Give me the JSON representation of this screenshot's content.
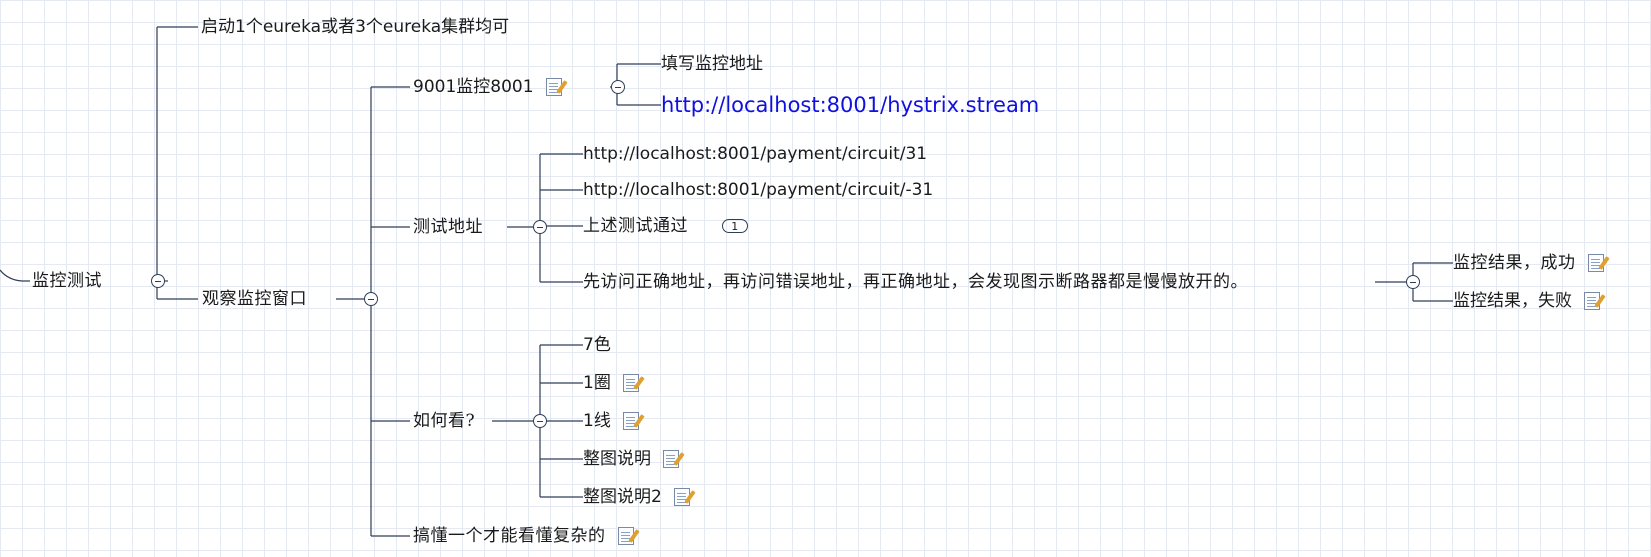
{
  "mindmap": {
    "root": "监控测试",
    "start_eureka": "启动1个eureka或者3个eureka集群均可",
    "observe": "观察监控窗口",
    "monitor_9001": "9001监控8001",
    "fill_address": "填写监控地址",
    "stream_url": "http://localhost:8001/hystrix.stream",
    "test_address": "测试地址",
    "test_url_1": "http://localhost:8001/payment/circuit/31",
    "test_url_2": "http://localhost:8001/payment/circuit/-31",
    "test_passed": "上述测试通过",
    "test_passed_badge": "1",
    "visit_order": "先访问正确地址，再访问错误地址，再正确地址，会发现图示断路器都是慢慢放开的。",
    "result_success": "监控结果，成功",
    "result_fail": "监控结果，失败",
    "how_to_read": "如何看?",
    "seven_colors": "7色",
    "one_circle": "1圈",
    "one_line": "1线",
    "whole_chart": "整图说明",
    "whole_chart_2": "整图说明2",
    "understand_one": "搞懂一个才能看懂复杂的"
  },
  "icons": {
    "note": "note-pencil-icon",
    "collapse": "collapse-minus-icon"
  },
  "colors": {
    "link_line": "#2f3e58",
    "url_link": "#1010e0",
    "grid": "#e4e9f2"
  }
}
